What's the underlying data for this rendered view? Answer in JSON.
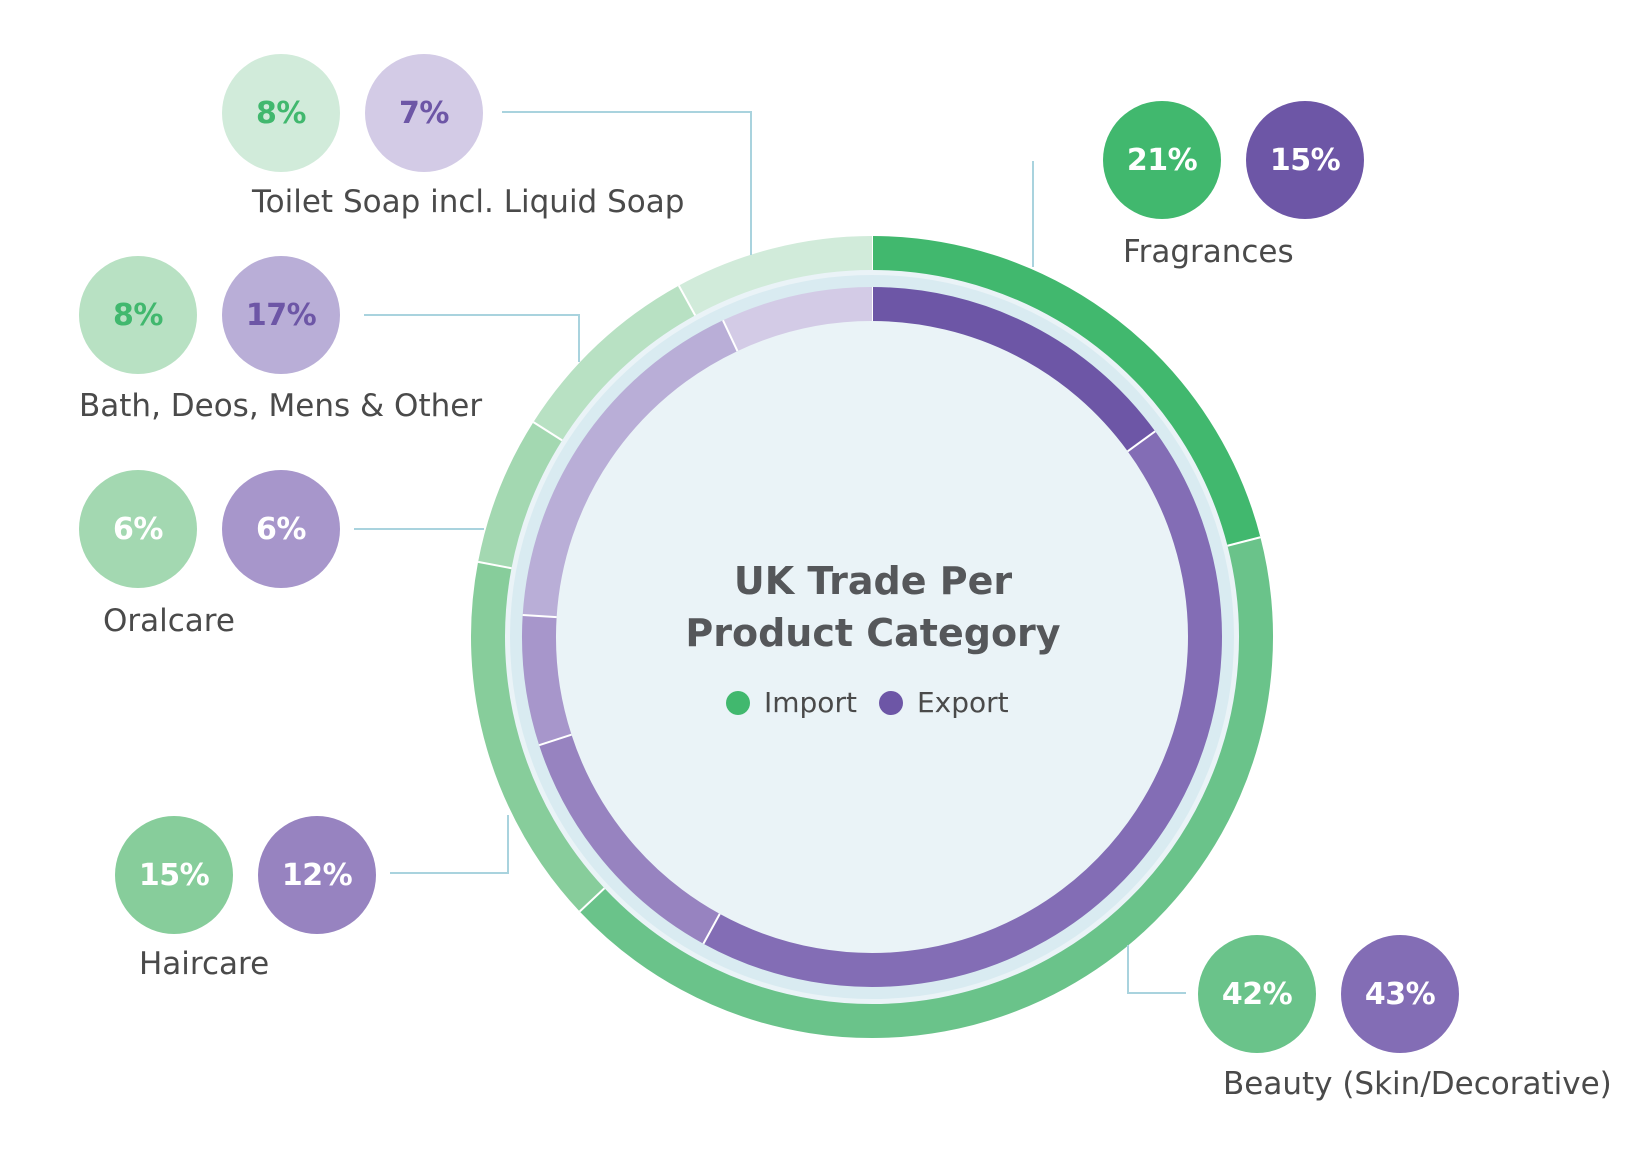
{
  "chart_data": {
    "type": "pie",
    "title": "UK Trade Per Product Category",
    "series": [
      {
        "name": "Import",
        "color": "#41b86e"
      },
      {
        "name": "Export",
        "color": "#6d56a6"
      }
    ],
    "categories": [
      {
        "name": "Fragrances",
        "import": 21,
        "export": 15,
        "import_label": "21%",
        "export_label": "15%"
      },
      {
        "name": "Beauty (Skin/Decorative)",
        "import": 42,
        "export": 43,
        "import_label": "42%",
        "export_label": "43%"
      },
      {
        "name": "Haircare",
        "import": 15,
        "export": 12,
        "import_label": "15%",
        "export_label": "12%"
      },
      {
        "name": "Oralcare",
        "import": 6,
        "export": 6,
        "import_label": "6%",
        "export_label": "6%"
      },
      {
        "name": "Bath, Deos, Mens & Other",
        "import": 8,
        "export": 17,
        "import_label": "8%",
        "export_label": "17%"
      },
      {
        "name": "Toilet Soap incl. Liquid Soap",
        "import": 8,
        "export": 7,
        "import_label": "8%",
        "export_label": "7%"
      }
    ],
    "import_colors": [
      "#41b86e",
      "#6ac38a",
      "#87cd9b",
      "#a3d8b1",
      "#b8e1c3",
      "#d1ebda"
    ],
    "export_colors": [
      "#6d56a6",
      "#836db5",
      "#9783c0",
      "#a796cb",
      "#b9aed7",
      "#d3cbe6"
    ],
    "import_text_colors": [
      "#ffffff",
      "#ffffff",
      "#ffffff",
      "#ffffff",
      "#41b86e",
      "#41b86e"
    ],
    "export_text_colors": [
      "#ffffff",
      "#ffffff",
      "#ffffff",
      "#ffffff",
      "#6d56a6",
      "#6d56a6"
    ]
  },
  "legend": {
    "import_label": "Import",
    "export_label": "Export"
  }
}
